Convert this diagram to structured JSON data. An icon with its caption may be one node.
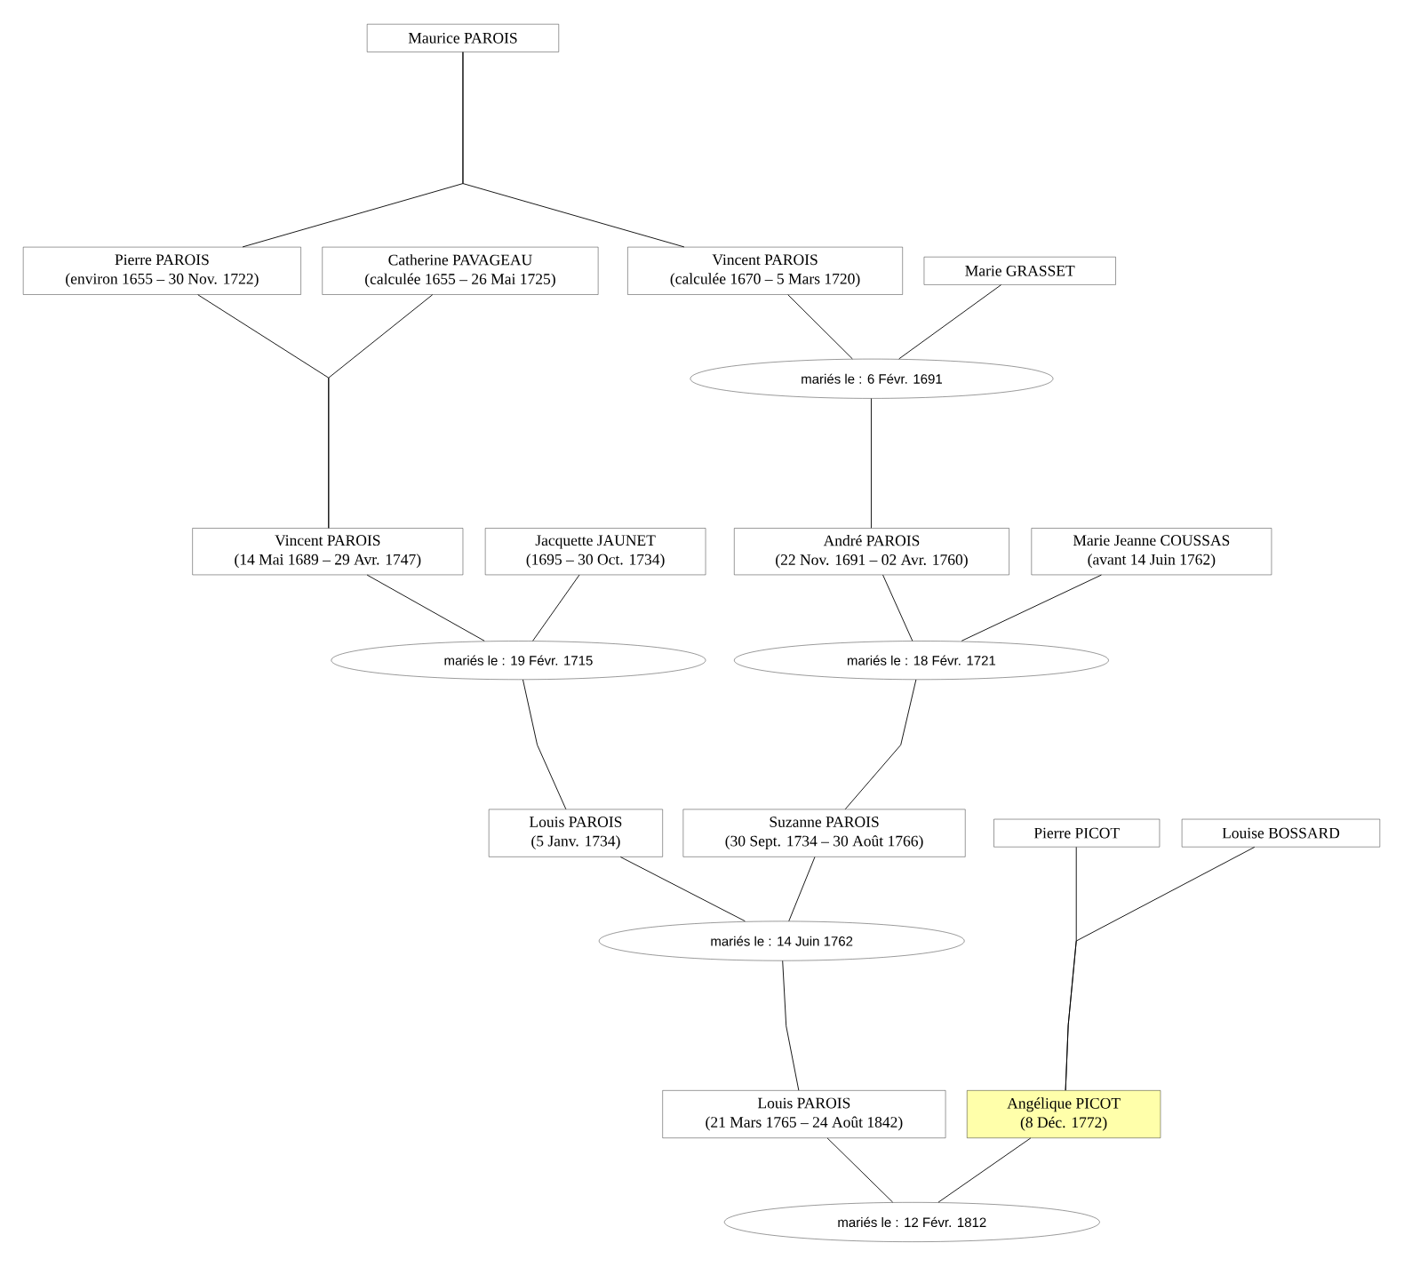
{
  "diagram": {
    "nodes": [
      {
        "text": [
          "Maurice PAROIS"
        ]
      },
      {
        "text": [
          "Pierre PAROIS",
          "(environ 1655 – 30 Nov. 1722)"
        ]
      },
      {
        "text": [
          "Catherine PAVAGEAU",
          "(calculée 1655 – 26 Mai 1725)"
        ]
      },
      {
        "text": [
          "Vincent PAROIS",
          "(calculée 1670 – 5 Mars 1720)"
        ]
      },
      {
        "text": [
          "Marie GRASSET"
        ]
      },
      {
        "text": [
          "mariés le : 6 Févr. 1691"
        ]
      },
      {
        "text": [
          "Vincent PAROIS",
          "(14 Mai 1689 – 29 Avr. 1747)"
        ]
      },
      {
        "text": [
          "Jacquette JAUNET",
          "(1695 – 30 Oct. 1734)"
        ]
      },
      {
        "text": [
          "André PAROIS",
          "(22 Nov. 1691 – 02 Avr. 1760)"
        ]
      },
      {
        "text": [
          "Marie Jeanne COUSSAS",
          "(avant 14 Juin 1762)"
        ]
      },
      {
        "text": [
          "mariés le : 19 Févr. 1715"
        ]
      },
      {
        "text": [
          "mariés le : 18 Févr. 1721"
        ]
      },
      {
        "text": [
          "Louis PAROIS",
          "(5 Janv. 1734)"
        ]
      },
      {
        "text": [
          "Suzanne PAROIS",
          "(30 Sept. 1734 – 30 Août 1766)"
        ]
      },
      {
        "text": [
          "Pierre PICOT"
        ]
      },
      {
        "text": [
          "Louise BOSSARD"
        ]
      },
      {
        "text": [
          "mariés le : 14 Juin 1762"
        ]
      },
      {
        "text": [
          "Louis PAROIS",
          "(21 Mars 1765 – 24 Août 1842)"
        ]
      },
      {
        "text": [
          "Angélique PICOT",
          "(8 Déc. 1772)"
        ]
      },
      {
        "text": [
          "mariés le : 12 Févr. 1812"
        ]
      }
    ],
    "edges": [
      {
        "from": 0,
        "to": 1,
        "arrow": "none"
      },
      {
        "from": 0,
        "to": 3,
        "arrow": "none"
      },
      {
        "from": 1,
        "to": 6,
        "arrow": "none"
      },
      {
        "from": 2,
        "to": 6,
        "arrow": "none"
      },
      {
        "from": 3,
        "to": 5,
        "arrow": "none"
      },
      {
        "from": 4,
        "to": 5,
        "arrow": "none"
      },
      {
        "from": 5,
        "to": 8,
        "arrow": "none"
      },
      {
        "from": 6,
        "to": 10,
        "arrow": "none"
      },
      {
        "from": 7,
        "to": 10,
        "arrow": "none"
      },
      {
        "from": 8,
        "to": 11,
        "arrow": "none"
      },
      {
        "from": 9,
        "to": 11,
        "arrow": "none"
      },
      {
        "from": 10,
        "to": 12,
        "arrow": "none"
      },
      {
        "from": 11,
        "to": 13,
        "arrow": "none"
      },
      {
        "from": 12,
        "to": 16,
        "arrow": "none"
      },
      {
        "from": 13,
        "to": 16,
        "arrow": "none"
      },
      {
        "from": 14,
        "to": 18,
        "arrow": "none"
      },
      {
        "from": 15,
        "to": 18,
        "arrow": "none"
      },
      {
        "from": 16,
        "to": 17,
        "arrow": "none"
      },
      {
        "from": 17,
        "to": 19,
        "arrow": "none"
      },
      {
        "from": 18,
        "to": 19,
        "arrow": "none"
      }
    ]
  }
}
